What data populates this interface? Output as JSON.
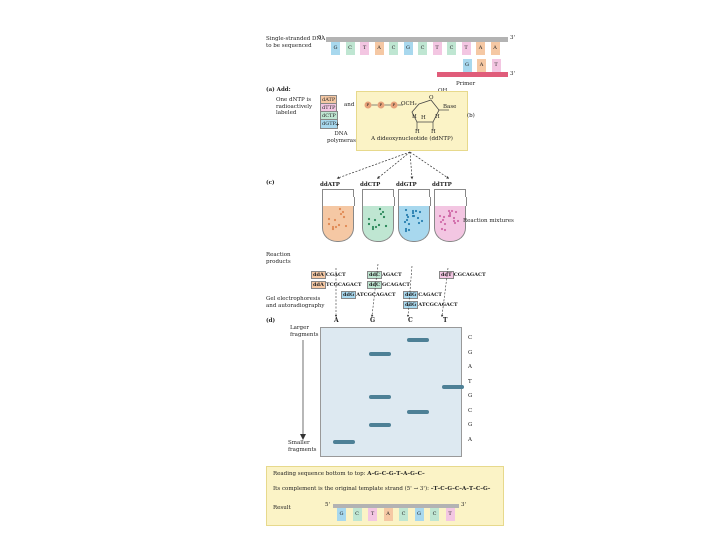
{
  "template": {
    "label": "Single-stranded DNA to be sequenced",
    "end5": "5'",
    "end3": "3'",
    "bases": [
      "G",
      "C",
      "T",
      "A",
      "C",
      "G",
      "C",
      "T",
      "C",
      "T",
      "A",
      "A"
    ]
  },
  "primer": {
    "label": "Primer",
    "end3": "3'",
    "oh": "OH",
    "bases": [
      "G",
      "A",
      "T"
    ]
  },
  "part_a": {
    "tag": "(a) Add:",
    "dntps": [
      "dATP",
      "dTTP",
      "dCTP",
      "dGTP"
    ],
    "one_labeled": "One dNTP is radioactively labeled",
    "plus": "+",
    "polymerase": "DNA polymerase",
    "and": "and",
    "p": "P",
    "och2": "OCH₂",
    "o": "O",
    "base": "Base",
    "h1": "H",
    "h2": "H",
    "h3": "H",
    "h4": "H",
    "h5": "H",
    "caption": "A dideoxynucleotide (ddNTP)",
    "tag_b": "(b)"
  },
  "part_c": {
    "tag": "(c)",
    "tubes": [
      {
        "name": "ddATP",
        "color": "#f5c8a4",
        "dot": "#e08a55"
      },
      {
        "name": "ddCTP",
        "color": "#bfe6d2",
        "dot": "#2e8a5c"
      },
      {
        "name": "ddGTP",
        "color": "#a8d8ee",
        "dot": "#2a7fb0"
      },
      {
        "name": "ddTTP",
        "color": "#f3c6e2",
        "dot": "#d06aa8"
      }
    ],
    "mixtures": "Reaction mixtures",
    "products": "Reaction products",
    "gel": "Gel electrophoresis and autoradiography"
  },
  "products": {
    "A": [
      {
        "dd": "ddA",
        "rest": "CGACT"
      },
      {
        "dd": "ddA",
        "rest": "TCGCAGACT"
      }
    ],
    "C": [
      {
        "dd": "ddC",
        "rest": "AGACT"
      },
      {
        "dd": "ddC",
        "rest": "GCAGACT"
      }
    ],
    "G1": [
      {
        "dd": "ddG",
        "rest": "ATCGCAGACT"
      }
    ],
    "G2": [
      {
        "dd": "ddG",
        "rest": "CAGACT"
      },
      {
        "dd": "ddG",
        "rest": "ATCGCAGACT"
      }
    ],
    "T": [
      {
        "dd": "ddT",
        "rest": "CGCAGACT"
      }
    ]
  },
  "part_d": {
    "tag": "(d)",
    "larger": "Larger fragments",
    "smaller": "Smaller fragments",
    "lanes": [
      "A",
      "G",
      "C",
      "T"
    ],
    "read": [
      "C",
      "G",
      "A",
      "T",
      "G",
      "C",
      "G",
      "A"
    ],
    "bands": [
      {
        "lane": 2,
        "level": 0.06
      },
      {
        "lane": 1,
        "level": 0.18
      },
      {
        "lane": 3,
        "level": 0.46
      },
      {
        "lane": 1,
        "level": 0.54
      },
      {
        "lane": 2,
        "level": 0.67
      },
      {
        "lane": 1,
        "level": 0.78
      },
      {
        "lane": 0,
        "level": 0.92
      }
    ]
  },
  "reading": {
    "line1_label": "Reading sequence bottom to top:",
    "line1_seq": "A–G–C–G–T–A–G–C–",
    "line2_label": "Its complement is the original template strand (5' → 3'):",
    "line2_seq": "–T–C–G–C–A–T–C–G–",
    "result_label": "Result",
    "end5": "5'",
    "end3": "3'",
    "bases": [
      "G",
      "C",
      "T",
      "A",
      "C",
      "G",
      "C",
      "T"
    ]
  },
  "colors": {
    "A": "#f5c8a4",
    "C": "#bfe6d2",
    "G": "#a8d8ee",
    "T": "#f3c6e2",
    "backbone": "#b3b3b3",
    "primer": "#e05c7a",
    "panel": "#fbf3c6",
    "gel": "#dde9f1"
  }
}
